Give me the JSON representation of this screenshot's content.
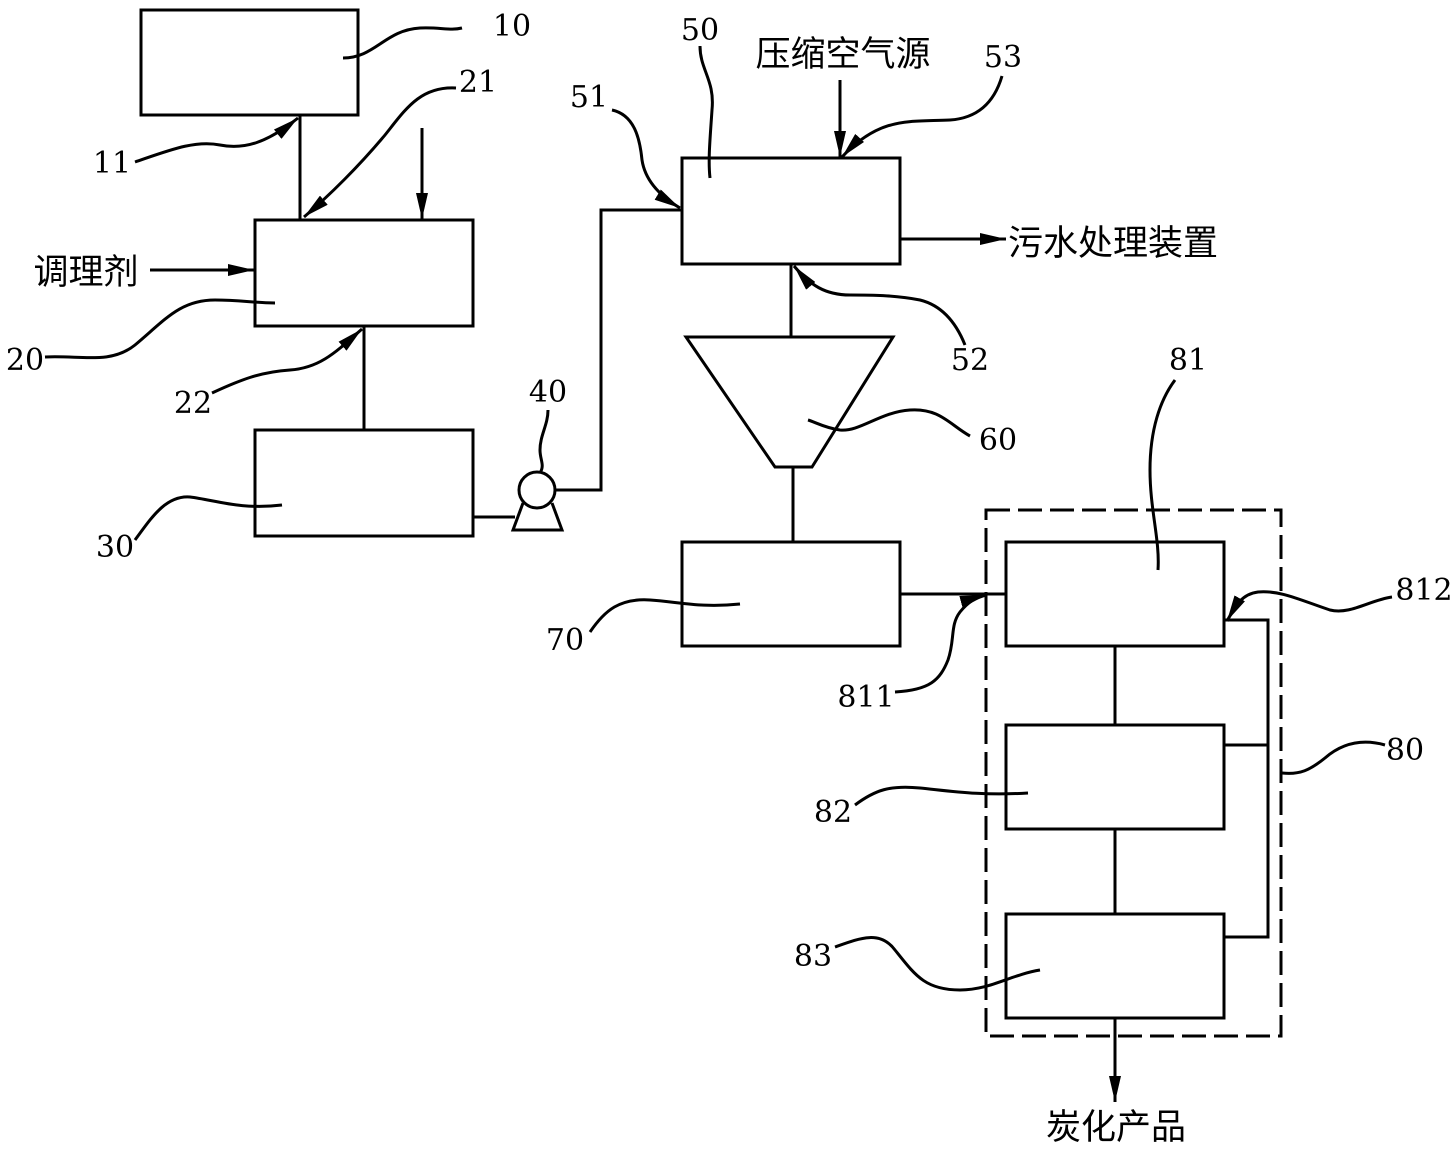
{
  "diagram": {
    "labels": {
      "unit_10": "10",
      "line_11": "11",
      "unit_20": "20",
      "port_21": "21",
      "port_22": "22",
      "unit_30": "30",
      "pump_40": "40",
      "unit_50": "50",
      "port_51": "51",
      "port_52": "52",
      "port_53": "53",
      "unit_60": "60",
      "unit_70": "70",
      "group_80": "80",
      "unit_81": "81",
      "port_811": "811",
      "port_812": "812",
      "unit_82": "82",
      "unit_83": "83"
    },
    "streams": {
      "compressed_air_source": "压缩空气源",
      "conditioner": "调理剂",
      "wastewater_treatment": "污水处理装置",
      "carbonized_product": "炭化产品"
    },
    "colors": {
      "stroke": "#000000",
      "background": "#ffffff"
    }
  }
}
